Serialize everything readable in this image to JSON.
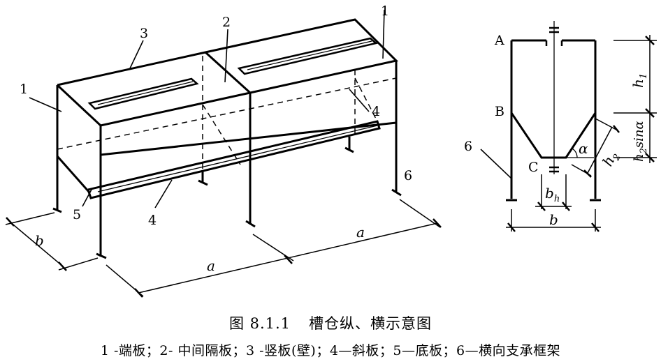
{
  "figure": {
    "number": "图 8.1.1",
    "title": "槽仓纵、横示意图"
  },
  "legend_text": "1 -端板；2- 中间隔板；3 -竖板(壁)；4—斜板；5—底板；6—横向支承框架",
  "longitudinal": {
    "labels": [
      "1",
      "2",
      "3",
      "1",
      "4",
      "4",
      "5",
      "6"
    ],
    "dim_a": "a",
    "dim_b": "b"
  },
  "cross_section": {
    "points": [
      "A",
      "B",
      "C"
    ],
    "frame_label": "6",
    "h1": "h",
    "h1_sub": "1",
    "h2sin_pre": "h",
    "h2sin_sub": "2",
    "h2sin_post": "sinα",
    "h2": "h",
    "h2_sub": "2",
    "alpha": "α",
    "bh": "b",
    "bh_sub": "h",
    "b": "b"
  }
}
